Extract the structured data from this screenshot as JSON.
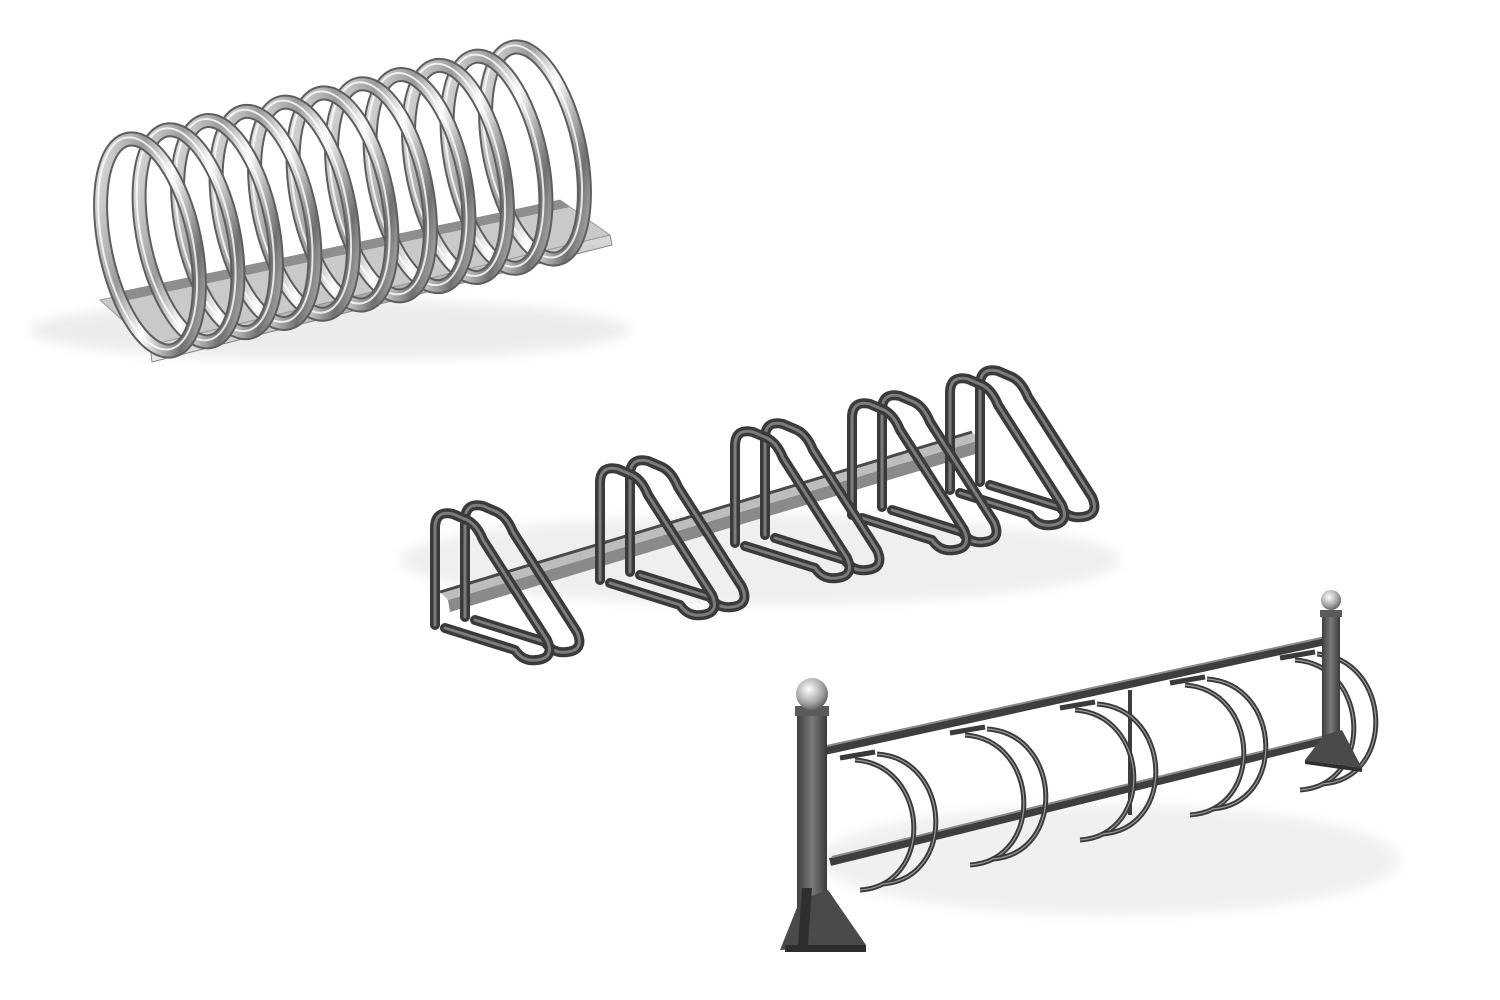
{
  "scene": {
    "background": "#ffffff",
    "objects": [
      {
        "name": "spiral-bike-rack",
        "material": "polished-stainless-steel",
        "loops": 11
      },
      {
        "name": "triangular-hoop-bike-rack",
        "material": "dark-grey-steel",
        "units": 5
      },
      {
        "name": "post-and-rail-bike-rack",
        "material": "dark-grey-steel",
        "hoops": 5,
        "finials": 2
      }
    ],
    "colors": {
      "chrome_light": "#f4f4f4",
      "chrome_mid": "#b8b8b8",
      "chrome_dark": "#5a5a5a",
      "steel_dark": "#4a4a4a",
      "steel_mid": "#6c6c6c",
      "shadow": "#e2e2e2"
    }
  }
}
